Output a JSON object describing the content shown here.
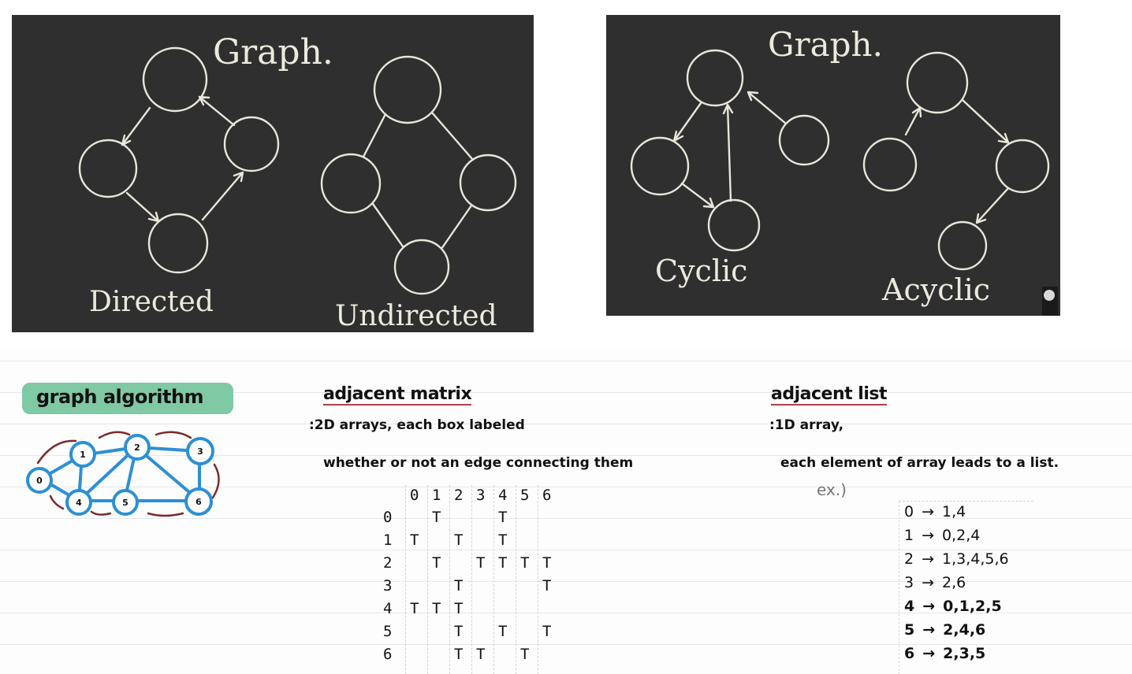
{
  "board_left": {
    "title": "Graph.",
    "label_directed": "Directed",
    "label_undirected": "Undirected"
  },
  "board_right": {
    "title": "Graph.",
    "label_cyclic": "Cyclic",
    "label_acyclic": "Acyclic"
  },
  "notes": {
    "highlight_title": "graph algorithm",
    "node_labels": [
      "0",
      "1",
      "2",
      "3",
      "4",
      "5",
      "6"
    ],
    "matrix": {
      "heading": "adjacent matrix",
      "line1": ":2D arrays, each box labeled",
      "line2": "whether or not an edge connecting them",
      "col_headers": [
        "0",
        "1",
        "2",
        "3",
        "4",
        "5",
        "6"
      ],
      "row_headers": [
        "0",
        "1",
        "2",
        "3",
        "4",
        "5",
        "6"
      ],
      "rows": [
        [
          "",
          "T",
          "",
          "",
          "T",
          "",
          ""
        ],
        [
          "T",
          "",
          "T",
          "",
          "T",
          "",
          ""
        ],
        [
          "",
          "T",
          "",
          "T",
          "T",
          "T",
          "T"
        ],
        [
          "",
          "",
          "T",
          "",
          "",
          "",
          "T"
        ],
        [
          "T",
          "T",
          "T",
          "",
          "",
          "",
          ""
        ],
        [
          "",
          "",
          "T",
          "",
          "T",
          "",
          "T"
        ],
        [
          "",
          "",
          "T",
          "T",
          "",
          "T",
          ""
        ]
      ]
    },
    "list": {
      "heading": "adjacent list",
      "line1": ":1D array,",
      "line2": "each element of array leads to a list.",
      "example": "ex.)",
      "rows": [
        {
          "key": "0",
          "arrow": "→",
          "val": "1,4"
        },
        {
          "key": "1",
          "arrow": "→",
          "val": "0,2,4"
        },
        {
          "key": "2",
          "arrow": "→",
          "val": "1,3,4,5,6"
        },
        {
          "key": "3",
          "arrow": "→",
          "val": "2,6"
        },
        {
          "key": "4",
          "arrow": "→",
          "val": "0,1,2,5"
        },
        {
          "key": "5",
          "arrow": "→",
          "val": "2,4,6"
        },
        {
          "key": "6",
          "arrow": "→",
          "val": "2,3,5"
        }
      ]
    }
  },
  "colors": {
    "blackboard": "#2f2f2f",
    "chalk": "#e9e6dc",
    "highlighter": "#7fc9a5",
    "graph_blue": "#2b8fd6",
    "arrow_maroon": "#7a2b2b",
    "underline_red": "#b0404a"
  }
}
